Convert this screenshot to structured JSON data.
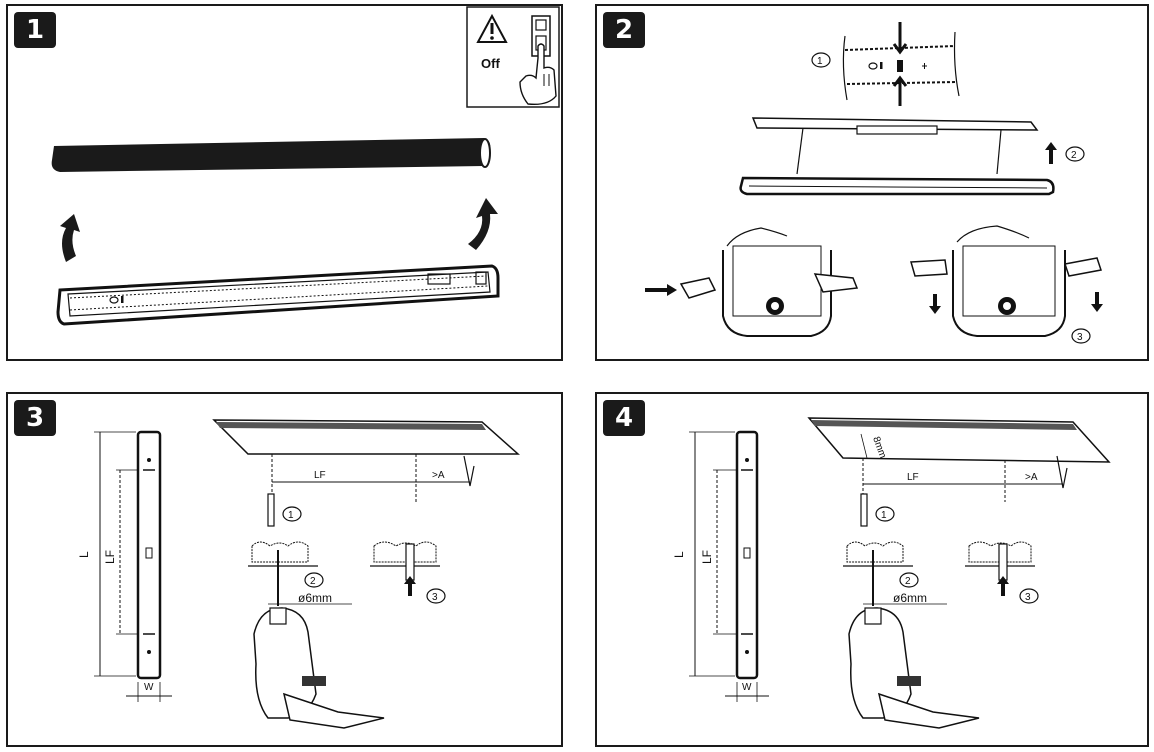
{
  "steps": [
    {
      "number": "1"
    },
    {
      "number": "2"
    },
    {
      "number": "3"
    },
    {
      "number": "4"
    }
  ],
  "panel1": {
    "power_label": "Off"
  },
  "panel2": {
    "callouts": [
      "1",
      "2",
      "3"
    ]
  },
  "panel3": {
    "dim_L": "L",
    "dim_LF": "LF",
    "dim_W": "W",
    "dim_LF_ceiling": "LF",
    "dim_A": ">A",
    "drill_size": "ø6mm",
    "callouts": [
      "1",
      "2",
      "3"
    ]
  },
  "panel4": {
    "dim_L": "L",
    "dim_LF": "LF",
    "dim_W": "W",
    "dim_LF_ceiling": "LF",
    "dim_A": ">A",
    "depth": "8mm",
    "drill_size": "ø6mm",
    "callouts": [
      "1",
      "2",
      "3"
    ]
  }
}
